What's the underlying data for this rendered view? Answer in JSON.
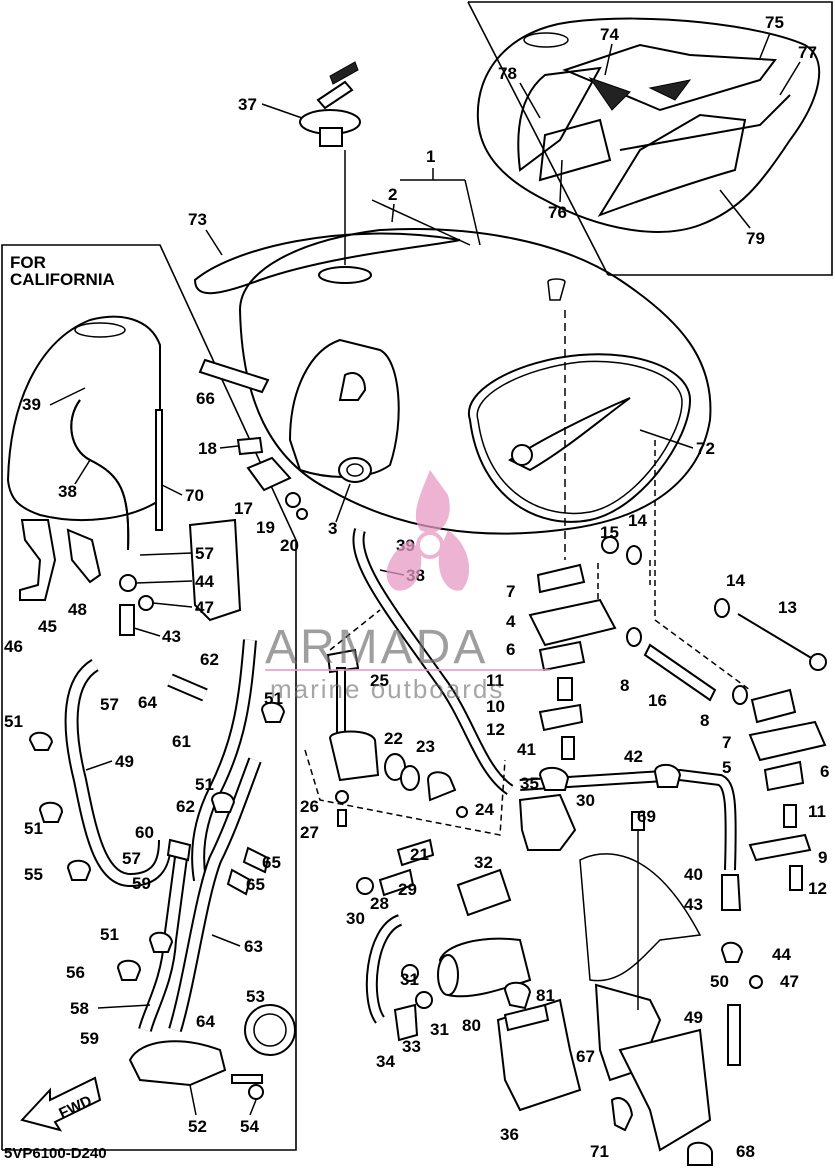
{
  "california_label_line1": "FOR",
  "california_label_line2": "CALIFORNIA",
  "fwd_label": "FWD",
  "diagram_code": "5VP6100-D240",
  "watermark": {
    "brand": "ARMADA",
    "tagline": "marine outboards"
  },
  "callouts": [
    "1",
    "2",
    "3",
    "4",
    "5",
    "6",
    "7",
    "8",
    "9",
    "10",
    "11",
    "12",
    "13",
    "14",
    "15",
    "16",
    "17",
    "18",
    "19",
    "20",
    "21",
    "22",
    "23",
    "24",
    "25",
    "26",
    "27",
    "28",
    "29",
    "30",
    "31",
    "32",
    "33",
    "34",
    "35",
    "36",
    "37",
    "38",
    "39",
    "40",
    "41",
    "42",
    "43",
    "44",
    "45",
    "46",
    "47",
    "48",
    "49",
    "50",
    "51",
    "52",
    "53",
    "54",
    "55",
    "56",
    "57",
    "58",
    "59",
    "60",
    "61",
    "62",
    "63",
    "64",
    "65",
    "66",
    "67",
    "68",
    "69",
    "70",
    "71",
    "72",
    "73",
    "74",
    "75",
    "76",
    "77",
    "78",
    "79",
    "80",
    "81"
  ]
}
